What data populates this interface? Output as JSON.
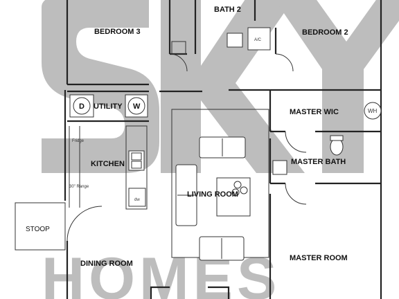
{
  "watermark": {
    "brand_top": "SKY",
    "brand_bottom": "HOMES",
    "color": "#bdbdbd"
  },
  "rooms": {
    "bath2": "BATH 2",
    "bedroom3": "BEDROOM 3",
    "bedroom2": "BEDROOM 2",
    "utility": "UTILITY",
    "master_wic": "MASTER WIC",
    "kitchen": "KITCHEN",
    "master_bath": "MASTER BATH",
    "living_room": "LIVING ROOM",
    "stoop": "STOOP",
    "dining_room": "DINING ROOM",
    "master_room": "MASTER ROOM"
  },
  "fixtures": {
    "ac": "A/C",
    "washer": "W",
    "dryer": "D",
    "water_heater": "WH",
    "fridge": "Fridge",
    "range": "30\" Range",
    "dishwasher": "dw"
  }
}
